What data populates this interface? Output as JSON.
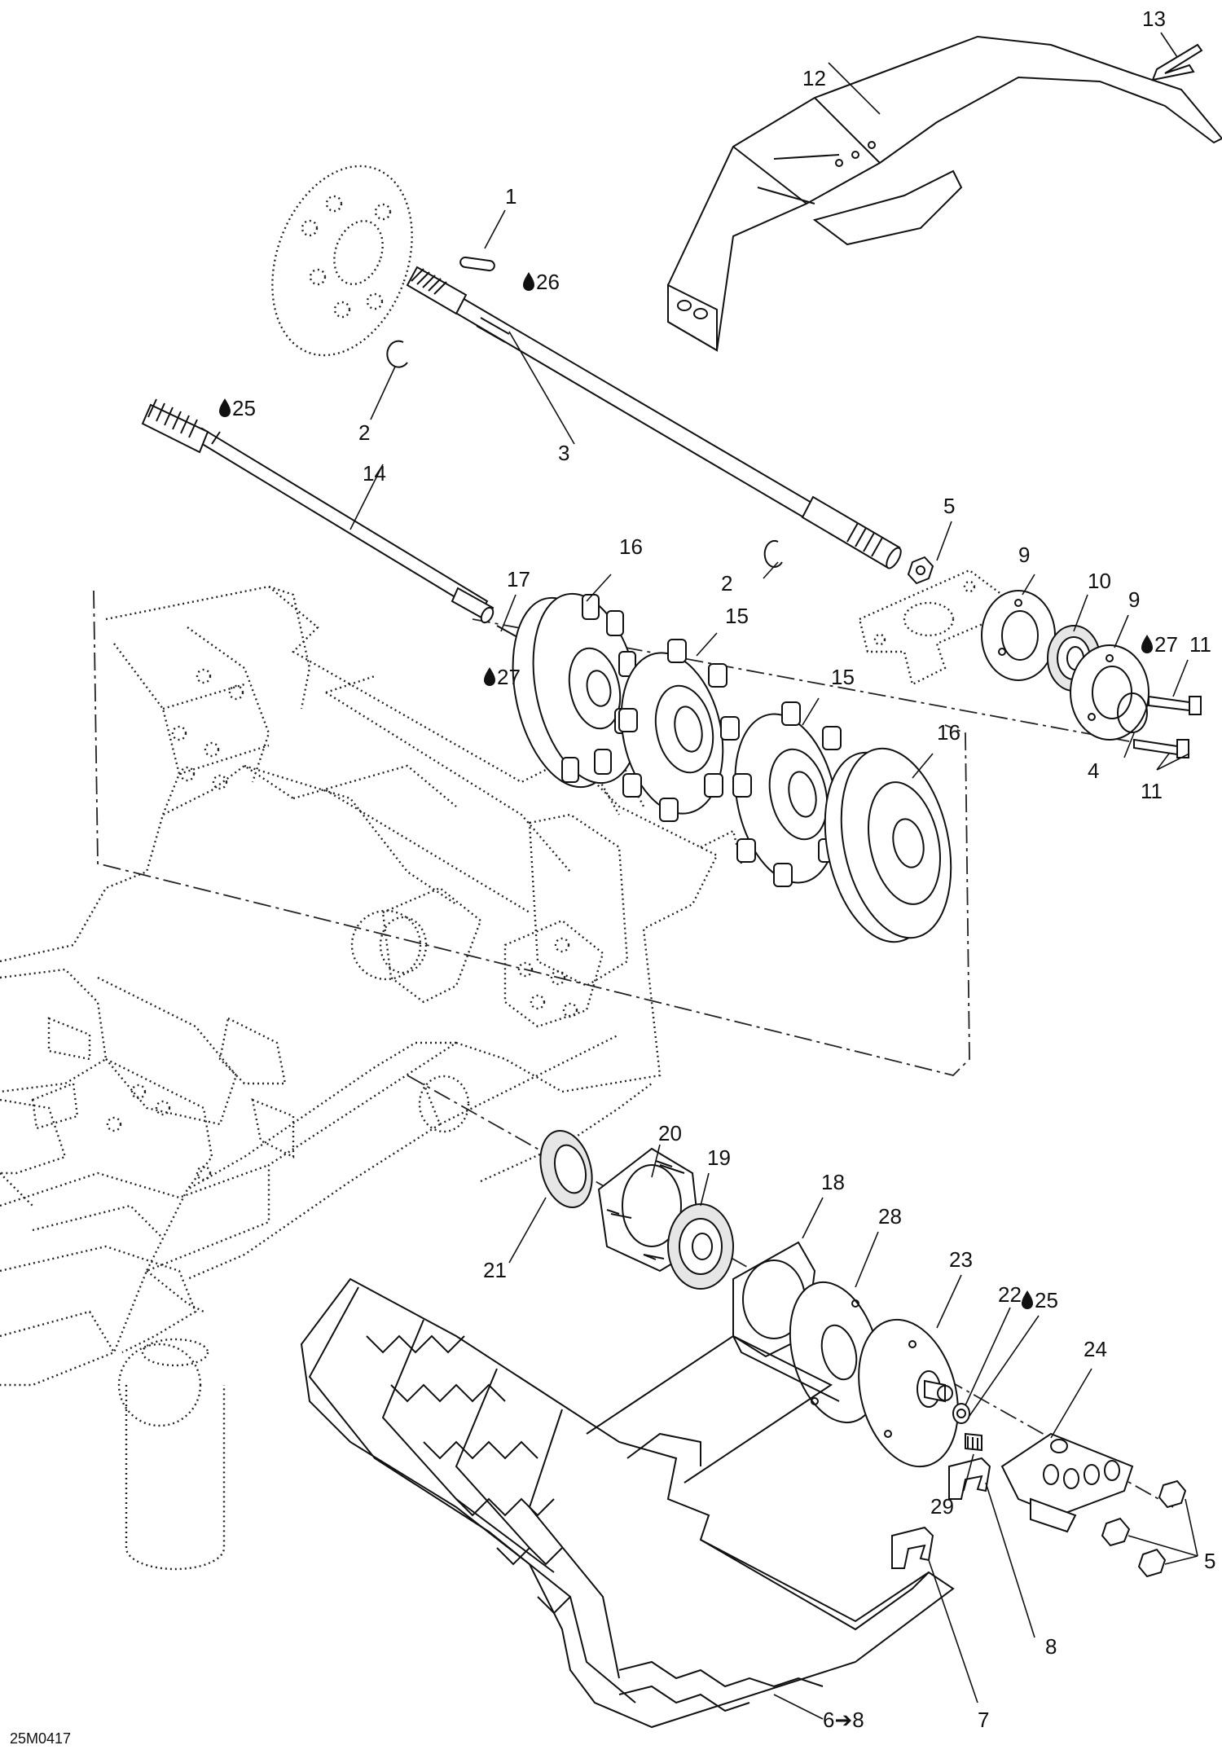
{
  "figure_code": "25M0417",
  "callouts": {
    "c1": "1",
    "c2a": "2",
    "c2b": "2",
    "c3": "3",
    "c4": "4",
    "c5a": "5",
    "c5b": "5",
    "c6": "6➔8",
    "c7": "7",
    "c8": "8",
    "c9a": "9",
    "c9b": "9",
    "c10": "10",
    "c11a": "11",
    "c11b": "11",
    "c12": "12",
    "c13": "13",
    "c14": "14",
    "c15a": "15",
    "c15b": "15",
    "c16a": "16",
    "c16b": "16",
    "c17": "17",
    "c18": "18",
    "c19": "19",
    "c20": "20",
    "c21": "21",
    "c22": "22",
    "c23": "23",
    "c24": "24",
    "c25a": "25",
    "c25b": "25",
    "c26": "26",
    "c27a": "27",
    "c27b": "27",
    "c28": "28",
    "c29": "29"
  },
  "icons": {
    "lubricant": "oil-drop-icon"
  }
}
